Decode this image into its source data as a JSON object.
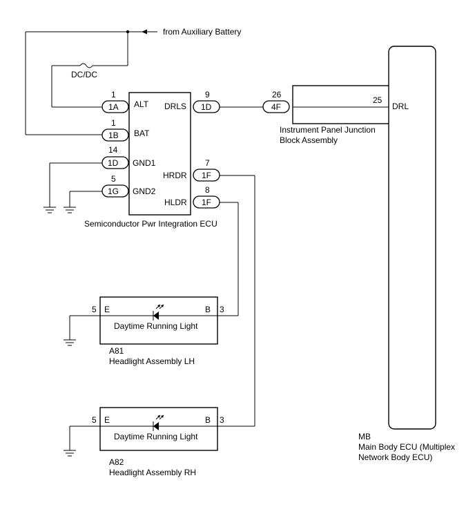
{
  "source_label": "from Auxiliary Battery",
  "fuse_label": "DC/DC",
  "ecu": {
    "name": "Semiconductor Pwr Integration ECU",
    "pins": {
      "alt": {
        "num": "1",
        "conn": "1A",
        "name": "ALT"
      },
      "bat": {
        "num": "1",
        "conn": "1B",
        "name": "BAT"
      },
      "gnd1": {
        "num": "14",
        "conn": "1D",
        "name": "GND1"
      },
      "gnd2": {
        "num": "5",
        "conn": "1G",
        "name": "GND2"
      },
      "drls": {
        "num": "9",
        "conn": "1D",
        "name": "DRLS"
      },
      "hrdr": {
        "num": "7",
        "conn": "1F",
        "name": "HRDR"
      },
      "hldr": {
        "num": "8",
        "conn": "1F",
        "name": "HLDR"
      }
    }
  },
  "junction": {
    "name_line1": "Instrument Panel Junction",
    "name_line2": "Block Assembly",
    "pin_in": "26",
    "conn_in": "4F",
    "pin_out": "25"
  },
  "main_ecu": {
    "pin_label": "DRL",
    "code": "MB",
    "name_line1": "Main Body ECU (Multiplex",
    "name_line2": "Network Body ECU)"
  },
  "lh": {
    "code": "A81",
    "name": "Headlight Assembly LH",
    "component": "Daytime Running Light",
    "pin_e_num": "5",
    "pin_e": "E",
    "pin_b": "B",
    "pin_b_num": "3"
  },
  "rh": {
    "code": "A82",
    "name": "Headlight Assembly RH",
    "component": "Daytime Running Light",
    "pin_e_num": "5",
    "pin_e": "E",
    "pin_b": "B",
    "pin_b_num": "3"
  }
}
